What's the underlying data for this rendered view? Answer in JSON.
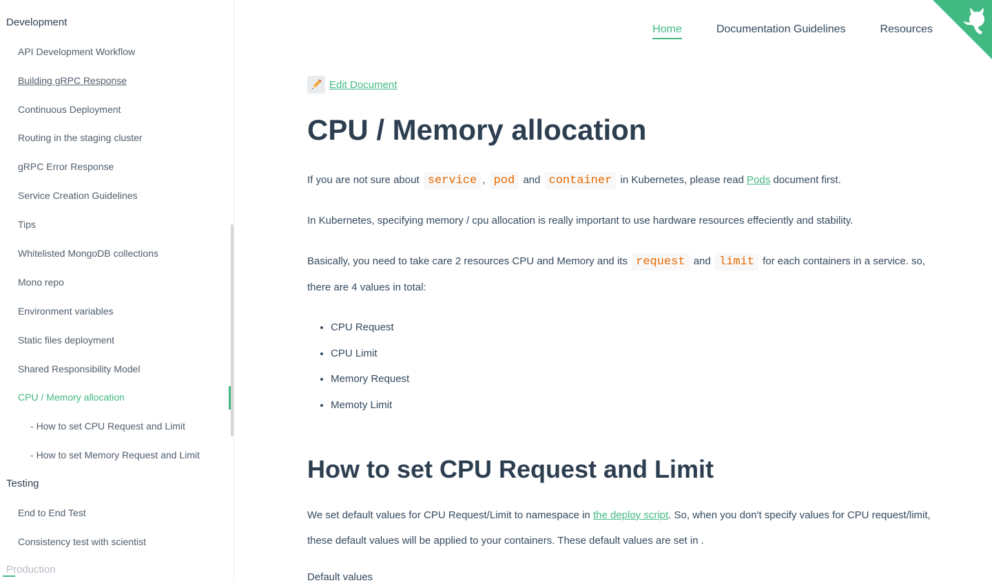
{
  "sidebar": {
    "sections": [
      {
        "title": "Development",
        "items": [
          "API Development Workflow",
          "Building gRPC Response",
          "Continuous Deployment",
          "Routing in the staging cluster",
          "gRPC Error Response",
          "Service Creation Guidelines",
          "Tips",
          "Whitelisted MongoDB collections",
          "Mono repo",
          "Environment variables",
          "Static files deployment",
          "Shared Responsibility Model",
          "CPU / Memory allocation"
        ],
        "sub_items": [
          "How to set CPU Request and Limit",
          "How to set Memory Request and Limit"
        ]
      },
      {
        "title": "Testing",
        "items": [
          "End to End Test",
          "Consistency test with scientist"
        ]
      },
      {
        "title": "Production",
        "items": []
      }
    ]
  },
  "nav": {
    "home": "Home",
    "guidelines": "Documentation Guidelines",
    "resources": "Resources"
  },
  "content": {
    "edit_icon": "pencil-icon",
    "edit_label": "Edit Document",
    "title": "CPU / Memory allocation",
    "p1": {
      "t1": "If you are not sure about",
      "c1": "service",
      "t2": ",",
      "c2": "pod",
      "t3": "and",
      "c3": "container",
      "t4": "in Kubernetes, please read",
      "link": "Pods",
      "t5": "document first."
    },
    "p2": "In Kubernetes, specifying memory / cpu allocation is really important to use hardware resources effeciently and stability.",
    "p3": {
      "t1": "Basically, you need to take care 2 resources CPU and Memory and its",
      "c1": "request",
      "t2": "and",
      "c2": "limit",
      "t3": "for each containers in a service. so, there are 4 values in total:"
    },
    "bullets": [
      "CPU Request",
      "CPU Limit",
      "Memory Request",
      "Memoty Limit"
    ],
    "h2": "How to set CPU Request and Limit",
    "p4": {
      "t1": "We set default values for CPU Request/Limit to namespace in",
      "link": "the deploy script",
      "t2": ". So, when you don't specify values for CPU request/limit, these default values will be applied to your containers. These default values are set in ."
    },
    "cut": "Default values"
  },
  "colors": {
    "accent": "#42b983",
    "heading": "#2c3e50",
    "text": "#34495e",
    "code": "#e96900"
  }
}
